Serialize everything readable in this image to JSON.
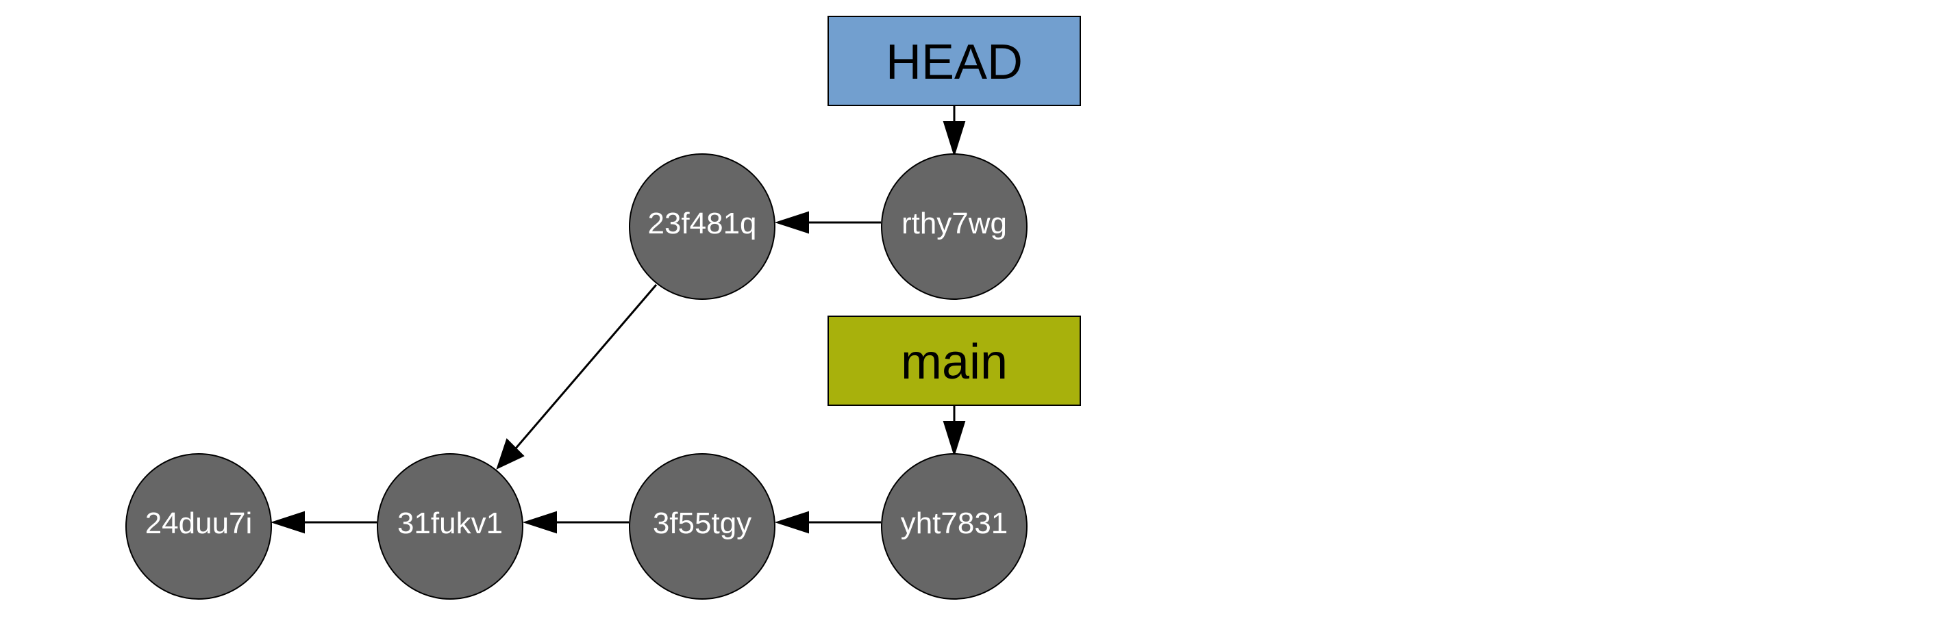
{
  "refs": {
    "head": {
      "label": "HEAD",
      "color": "#729fcf"
    },
    "main": {
      "label": "main",
      "color": "#a8b10c"
    }
  },
  "commits": {
    "c24duu7i": "24duu7i",
    "c31fukv1": "31fukv1",
    "c3f55tgy": "3f55tgy",
    "cyht7831": "yht7831",
    "c23f481q": "23f481q",
    "crthy7wg": "rthy7wg"
  },
  "colors": {
    "commit_fill": "#666666",
    "stroke": "#000000",
    "commit_text": "#ffffff"
  }
}
